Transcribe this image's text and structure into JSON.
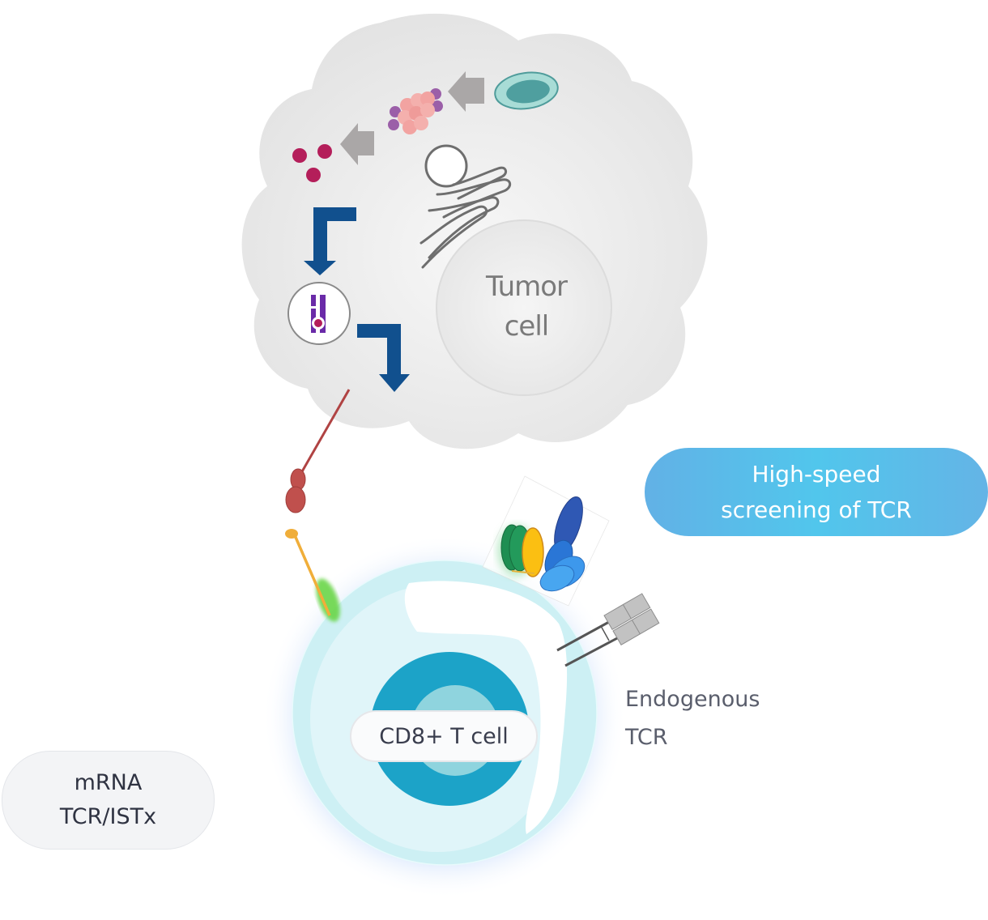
{
  "diagram": {
    "title": "Tumor cell antigen presentation to CD8+ T cell",
    "labels": {
      "tumor_cell": [
        "Tumor",
        "cell"
      ],
      "t_cell": "CD8+ T cell",
      "endogenous_tcr": [
        "Endogenous",
        "TCR"
      ],
      "high_speed": [
        "High-speed",
        "screening of TCR"
      ],
      "mrna": [
        "mRNA",
        "TCR/ISTx"
      ]
    },
    "pathway_steps": [
      {
        "id": "protein-source",
        "icon": "cell-organelle-icon"
      },
      {
        "id": "proteasome",
        "icon": "proteasome-icon"
      },
      {
        "id": "peptides",
        "icon": "peptide-fragments-icon"
      },
      {
        "id": "er-golgi",
        "icon": "golgi-apparatus-icon"
      },
      {
        "id": "mhc-loading",
        "icon": "mhc-peptide-icon"
      },
      {
        "id": "surface-presentation",
        "icon": "mhc-surface-icon"
      }
    ],
    "colors": {
      "tumor_body": "#e8e8e8",
      "nucleus": "#ececec",
      "arrow_blue": "#11508e",
      "arrow_gray": "#aaa7a7",
      "peptide": "#b41e5a",
      "mhc": "#c0504d",
      "tcr_stalk": "#f0ae3a",
      "tcell_membrane": "#cdf0f4",
      "tcell_nucleus": "#1ca3c8",
      "pill_blue": "#56c0ec",
      "pill_gray": "#f3f4f6"
    }
  }
}
